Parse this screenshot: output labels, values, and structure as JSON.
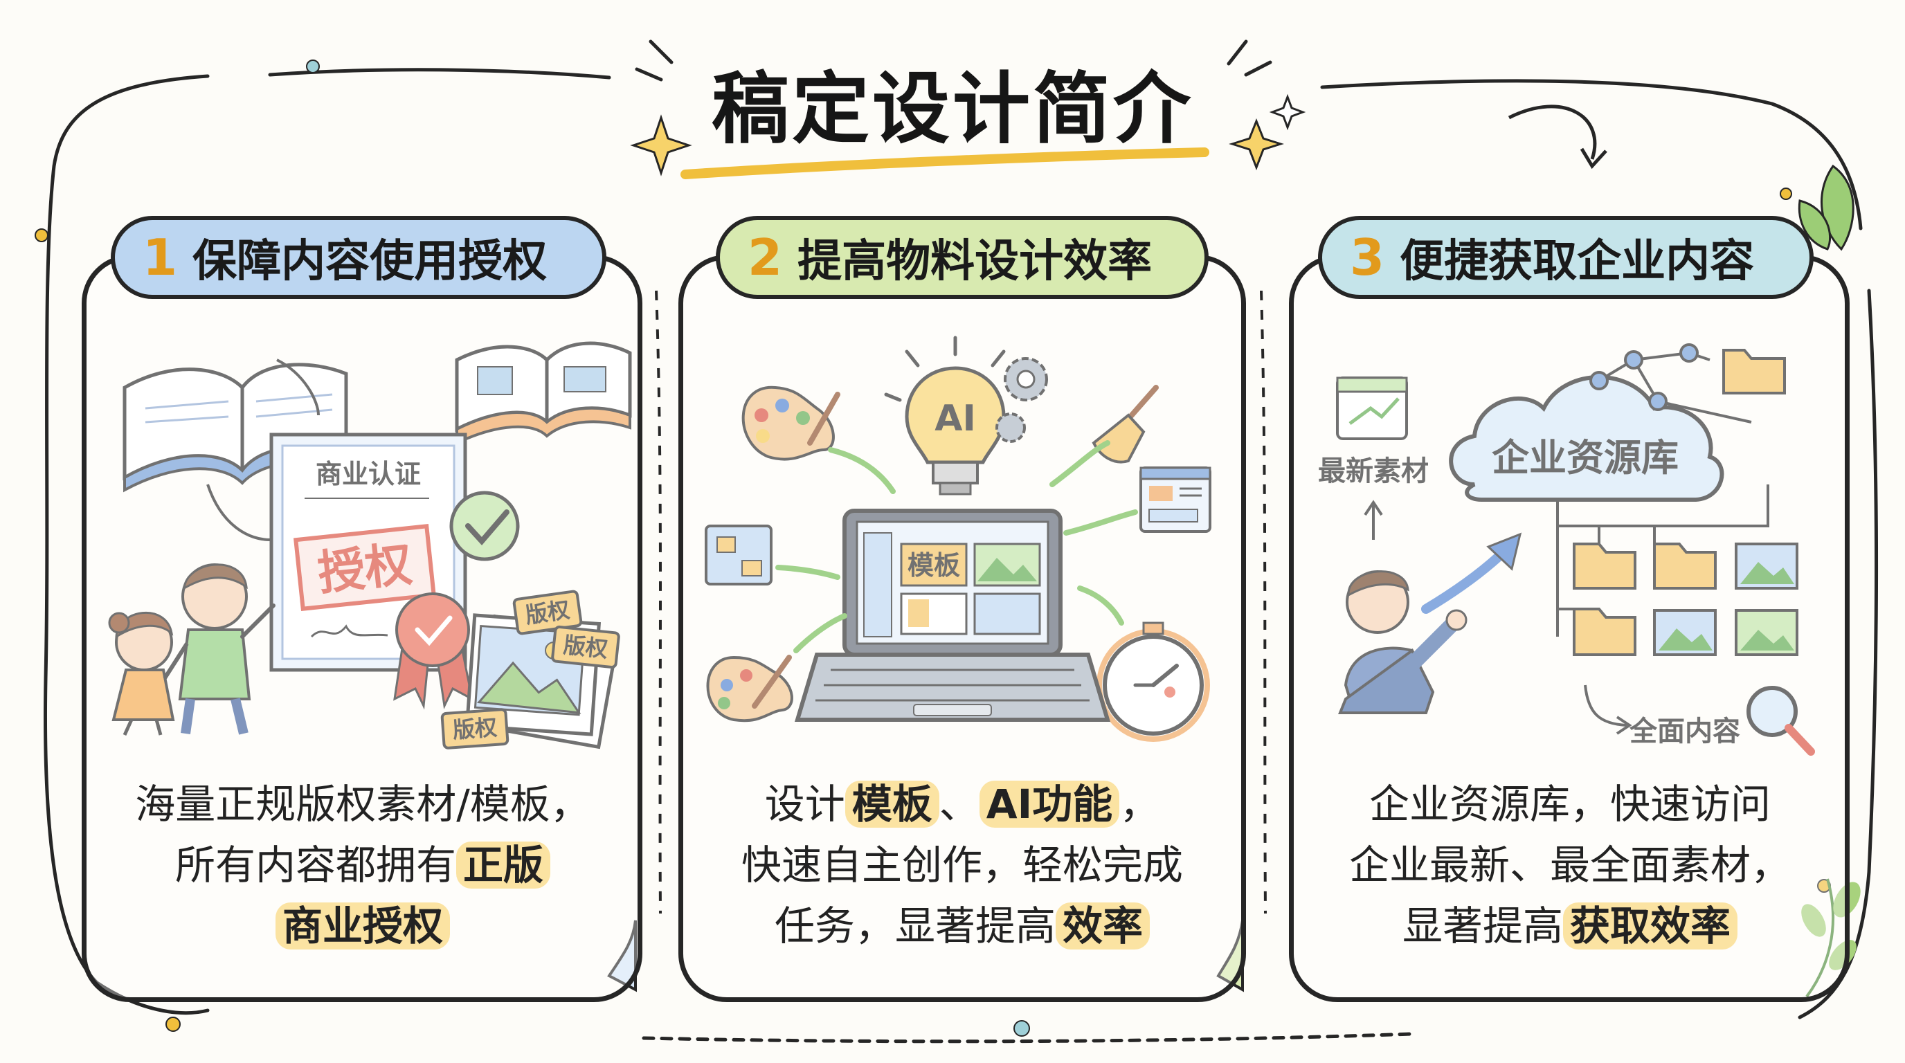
{
  "title": "稿定设计简介",
  "sections": [
    {
      "number": "1",
      "heading": "保障内容使用授权",
      "desc": {
        "l1": "海量正规版权素材/模板，",
        "l2a": "所有内容都拥有",
        "l2b": "正版",
        "l3": "商业授权"
      },
      "illus": {
        "cert": "商业认证",
        "stamp": "授权",
        "tag": "版权"
      }
    },
    {
      "number": "2",
      "heading": "提高物料设计效率",
      "desc": {
        "l1a": "设计",
        "l1b": "模板",
        "l1c": "、",
        "l1d": "AI功能",
        "l1e": "，",
        "l2": "快速自主创作，轻松完成",
        "l3a": "任务，显著提高",
        "l3b": "效率"
      },
      "illus": {
        "bulb": "AI",
        "screen": "模板"
      }
    },
    {
      "number": "3",
      "heading": "便捷获取企业内容",
      "desc": {
        "l1": "企业资源库，快速访问",
        "l2": "企业最新、最全面素材，",
        "l3a": "显著提高",
        "l3b": "获取效率"
      },
      "illus": {
        "cloud": "企业资源库",
        "left": "最新素材",
        "bottom": "全面内容"
      }
    }
  ],
  "colors": {
    "pill1": "#bcd6f1",
    "pill2": "#d8eab0",
    "pill3": "#c5e4ea",
    "highlight": "#fbe3a2",
    "number": "#e29a1c",
    "ink": "#262626"
  }
}
